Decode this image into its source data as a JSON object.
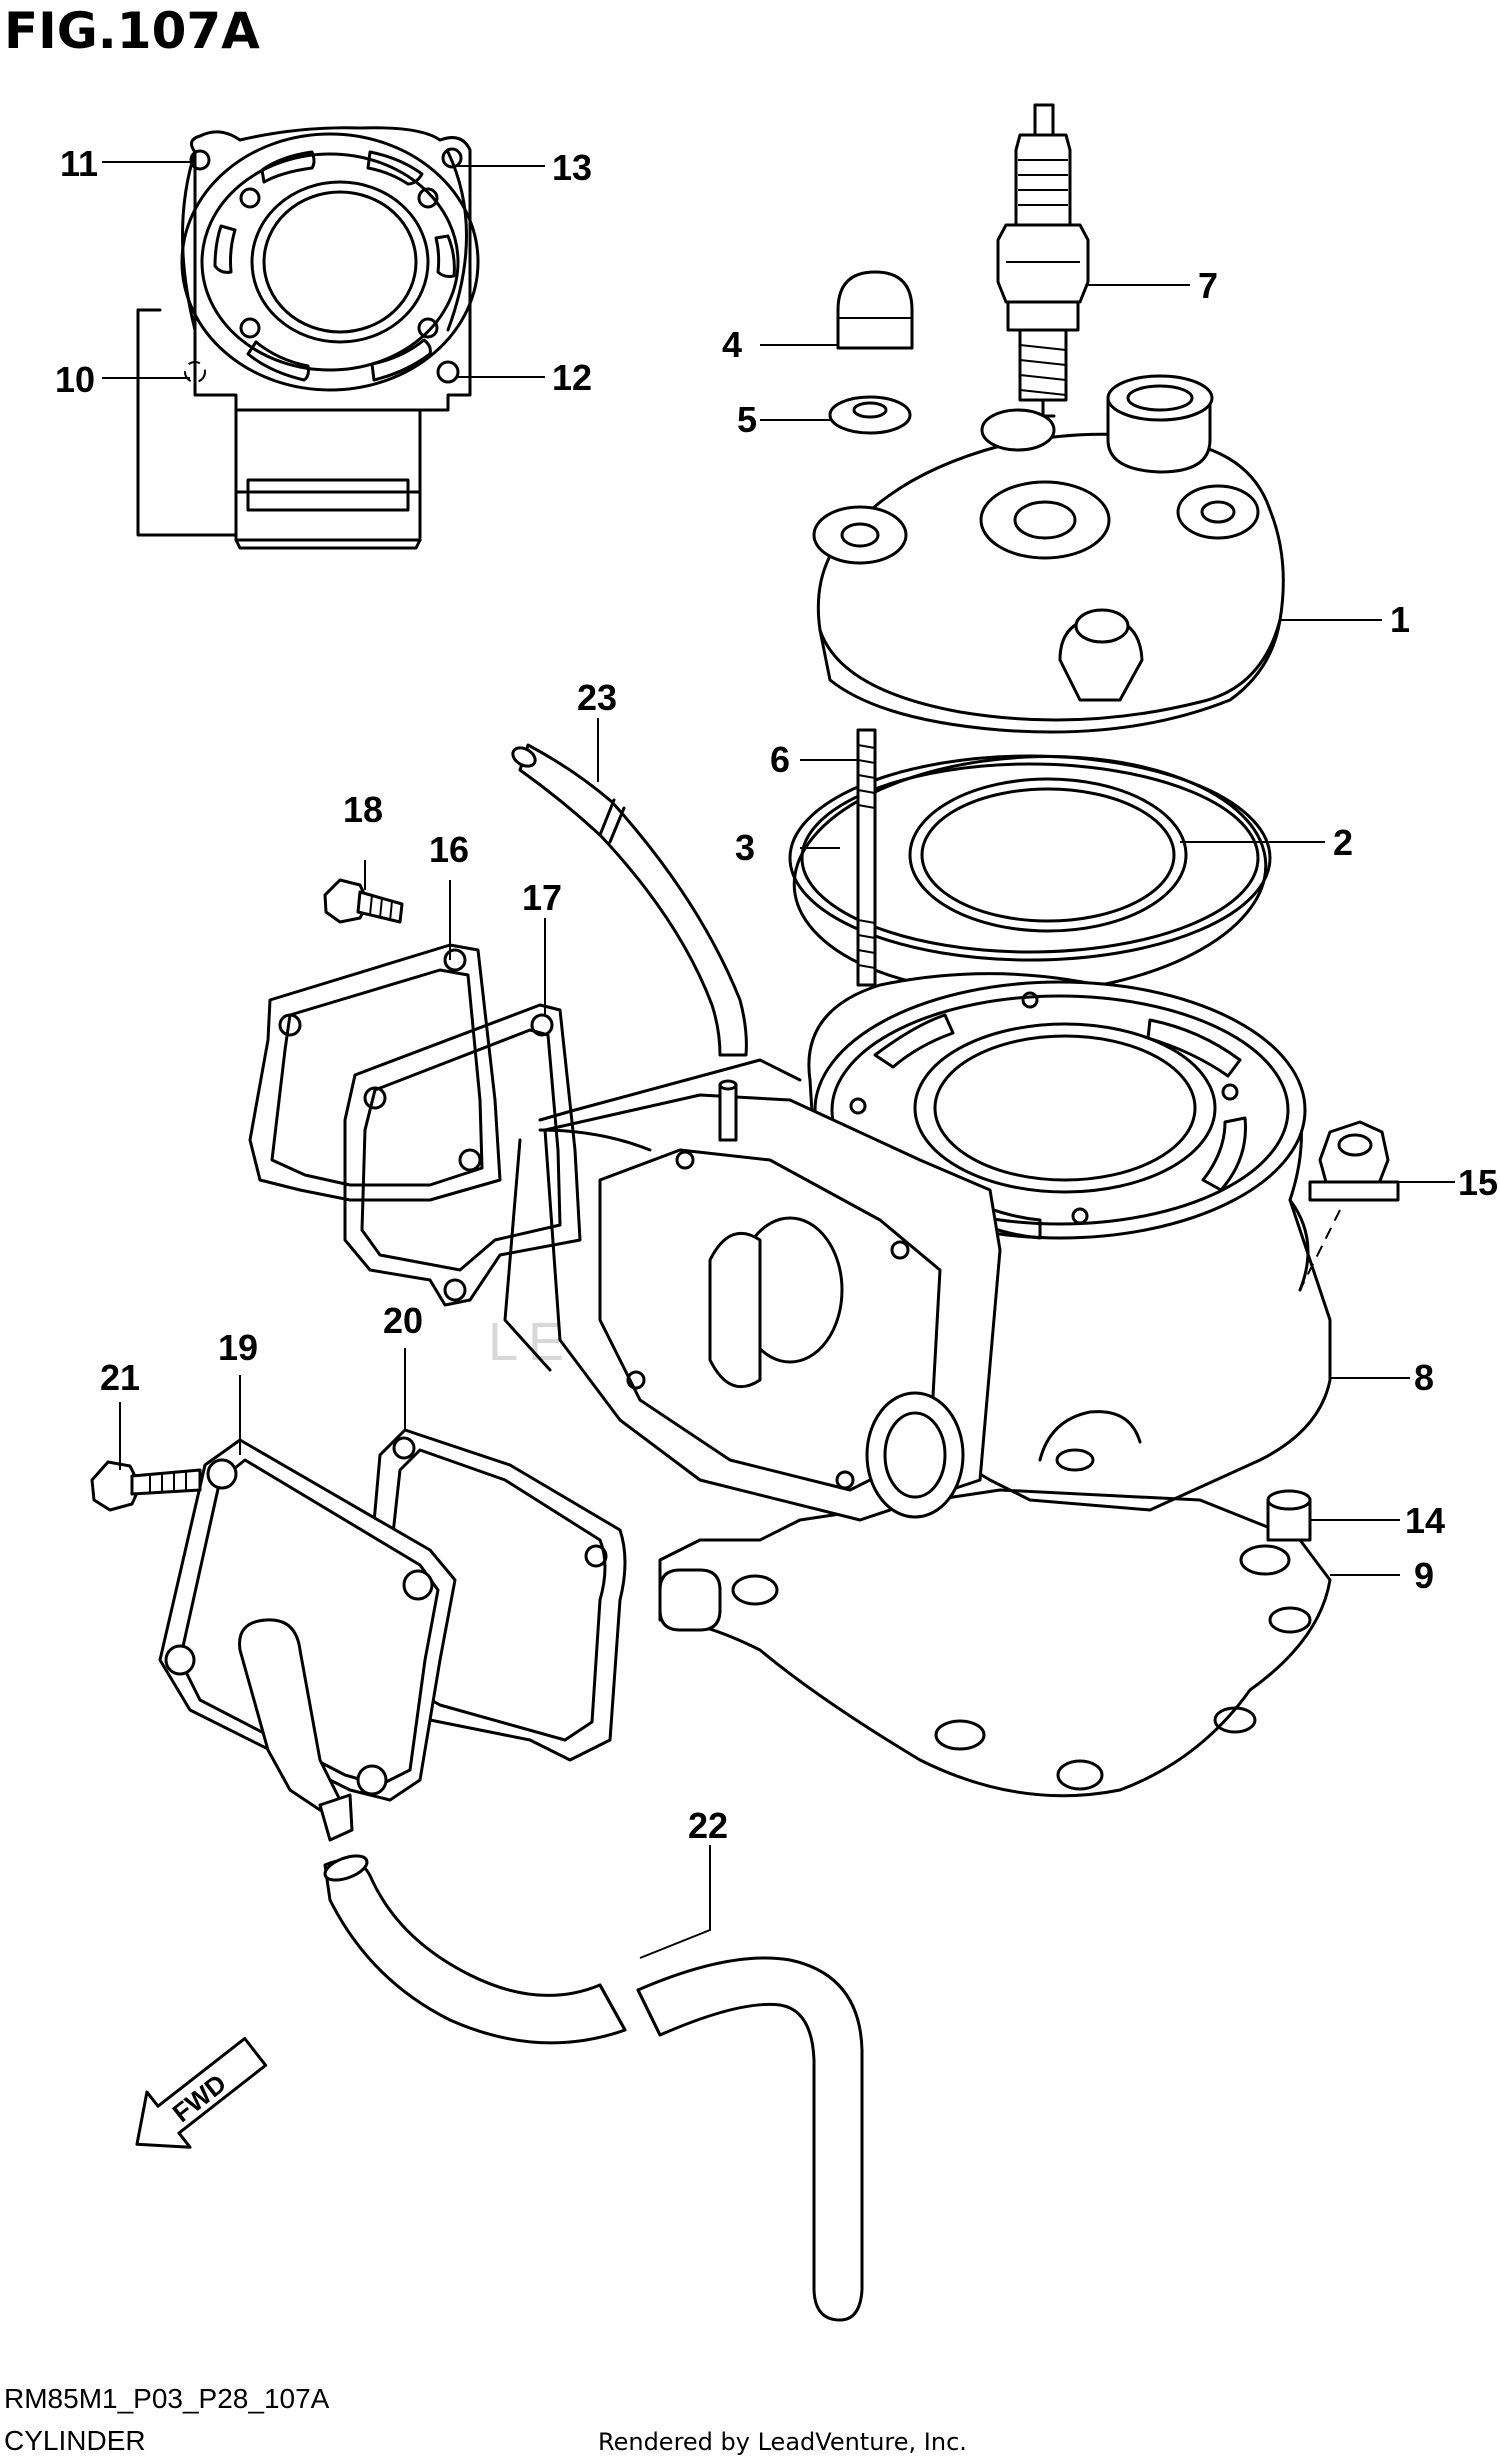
{
  "figure": {
    "title": "FIG.107A",
    "code": "RM85M1_P03_P28_107A",
    "name": "CYLINDER",
    "credit": "Rendered by LeadVenture, Inc.",
    "watermark": "LEADVENTURE",
    "fwd_label": "FWD"
  },
  "callouts": [
    {
      "id": "1",
      "label": "1"
    },
    {
      "id": "2",
      "label": "2"
    },
    {
      "id": "3",
      "label": "3"
    },
    {
      "id": "4",
      "label": "4"
    },
    {
      "id": "5",
      "label": "5"
    },
    {
      "id": "6",
      "label": "6"
    },
    {
      "id": "7",
      "label": "7"
    },
    {
      "id": "8",
      "label": "8"
    },
    {
      "id": "9",
      "label": "9"
    },
    {
      "id": "10",
      "label": "10"
    },
    {
      "id": "11",
      "label": "11"
    },
    {
      "id": "12",
      "label": "12"
    },
    {
      "id": "13",
      "label": "13"
    },
    {
      "id": "14",
      "label": "14"
    },
    {
      "id": "15",
      "label": "15"
    },
    {
      "id": "16",
      "label": "16"
    },
    {
      "id": "17",
      "label": "17"
    },
    {
      "id": "18",
      "label": "18"
    },
    {
      "id": "19",
      "label": "19"
    },
    {
      "id": "20",
      "label": "20"
    },
    {
      "id": "21",
      "label": "21"
    },
    {
      "id": "22",
      "label": "22"
    },
    {
      "id": "23",
      "label": "23"
    }
  ]
}
